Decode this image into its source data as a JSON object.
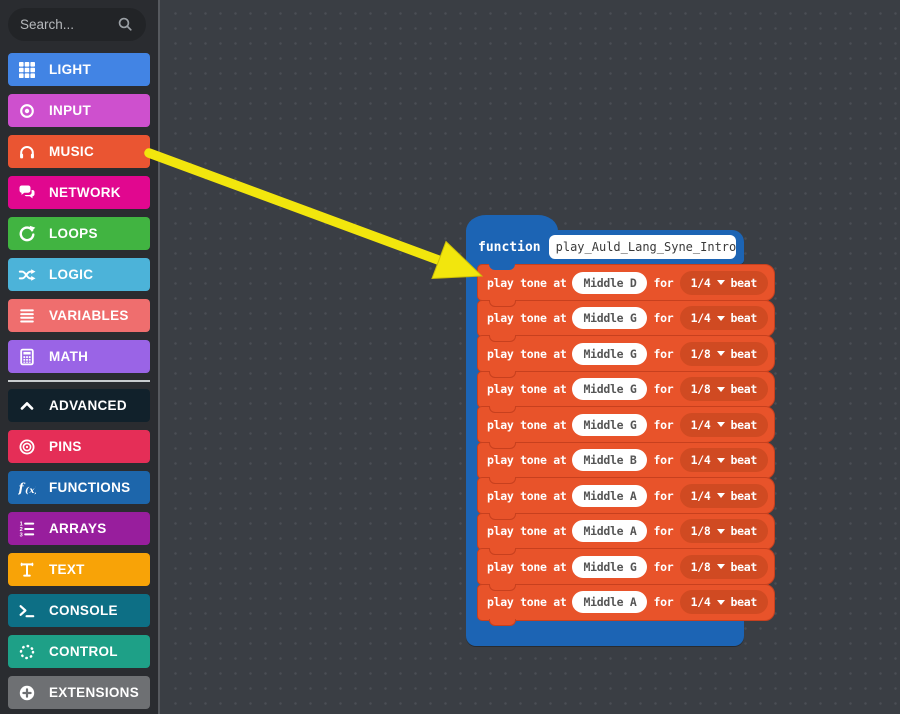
{
  "sidebar": {
    "search": {
      "placeholder": "Search..."
    },
    "categories": [
      {
        "label": "LIGHT",
        "color": "#4284e4",
        "icon": "grid-icon"
      },
      {
        "label": "INPUT",
        "color": "#ce50ce",
        "icon": "target-icon"
      },
      {
        "label": "MUSIC",
        "color": "#ea5532",
        "icon": "headphones-icon"
      },
      {
        "label": "NETWORK",
        "color": "#e1078f",
        "icon": "chat-icon"
      },
      {
        "label": "LOOPS",
        "color": "#41b441",
        "icon": "loop-icon"
      },
      {
        "label": "LOGIC",
        "color": "#4cb3d9",
        "icon": "shuffle-icon"
      },
      {
        "label": "VARIABLES",
        "color": "#ef6e6e",
        "icon": "list-icon"
      },
      {
        "label": "MATH",
        "color": "#9a64e6",
        "icon": "calculator-icon"
      },
      {
        "label": "ADVANCED",
        "color": "#11212b",
        "icon": "chevron-up-icon"
      },
      {
        "label": "PINS",
        "color": "#e52e57",
        "icon": "rings-icon"
      },
      {
        "label": "FUNCTIONS",
        "color": "#1d66ab",
        "icon": "fx-icon"
      },
      {
        "label": "ARRAYS",
        "color": "#981e9d",
        "icon": "numbered-list-icon"
      },
      {
        "label": "TEXT",
        "color": "#f8a307",
        "icon": "text-icon"
      },
      {
        "label": "CONSOLE",
        "color": "#0d6f85",
        "icon": "terminal-icon"
      },
      {
        "label": "CONTROL",
        "color": "#1ea087",
        "icon": "spinner-icon"
      },
      {
        "label": "EXTENSIONS",
        "color": "#6e7073",
        "icon": "plus-circle-icon"
      }
    ]
  },
  "labels": {
    "play_tone_at": "play tone at",
    "for": "for",
    "beat": "beat"
  },
  "workspace": {
    "colors": {
      "function_blue": "#1c64b4",
      "tone_orange": "#e8532a",
      "dropdown_orange": "#d04a22",
      "arrow_yellow": "#f2e60d"
    },
    "function_block": {
      "keyword": "function",
      "name": "play_Auld_Lang_Syne_Intro",
      "rows": [
        {
          "note": "Middle D",
          "fraction": "1/4"
        },
        {
          "note": "Middle G",
          "fraction": "1/4"
        },
        {
          "note": "Middle G",
          "fraction": "1/8"
        },
        {
          "note": "Middle G",
          "fraction": "1/8"
        },
        {
          "note": "Middle G",
          "fraction": "1/4"
        },
        {
          "note": "Middle B",
          "fraction": "1/4"
        },
        {
          "note": "Middle A",
          "fraction": "1/4"
        },
        {
          "note": "Middle A",
          "fraction": "1/8"
        },
        {
          "note": "Middle G",
          "fraction": "1/8"
        },
        {
          "note": "Middle A",
          "fraction": "1/4"
        }
      ]
    }
  }
}
